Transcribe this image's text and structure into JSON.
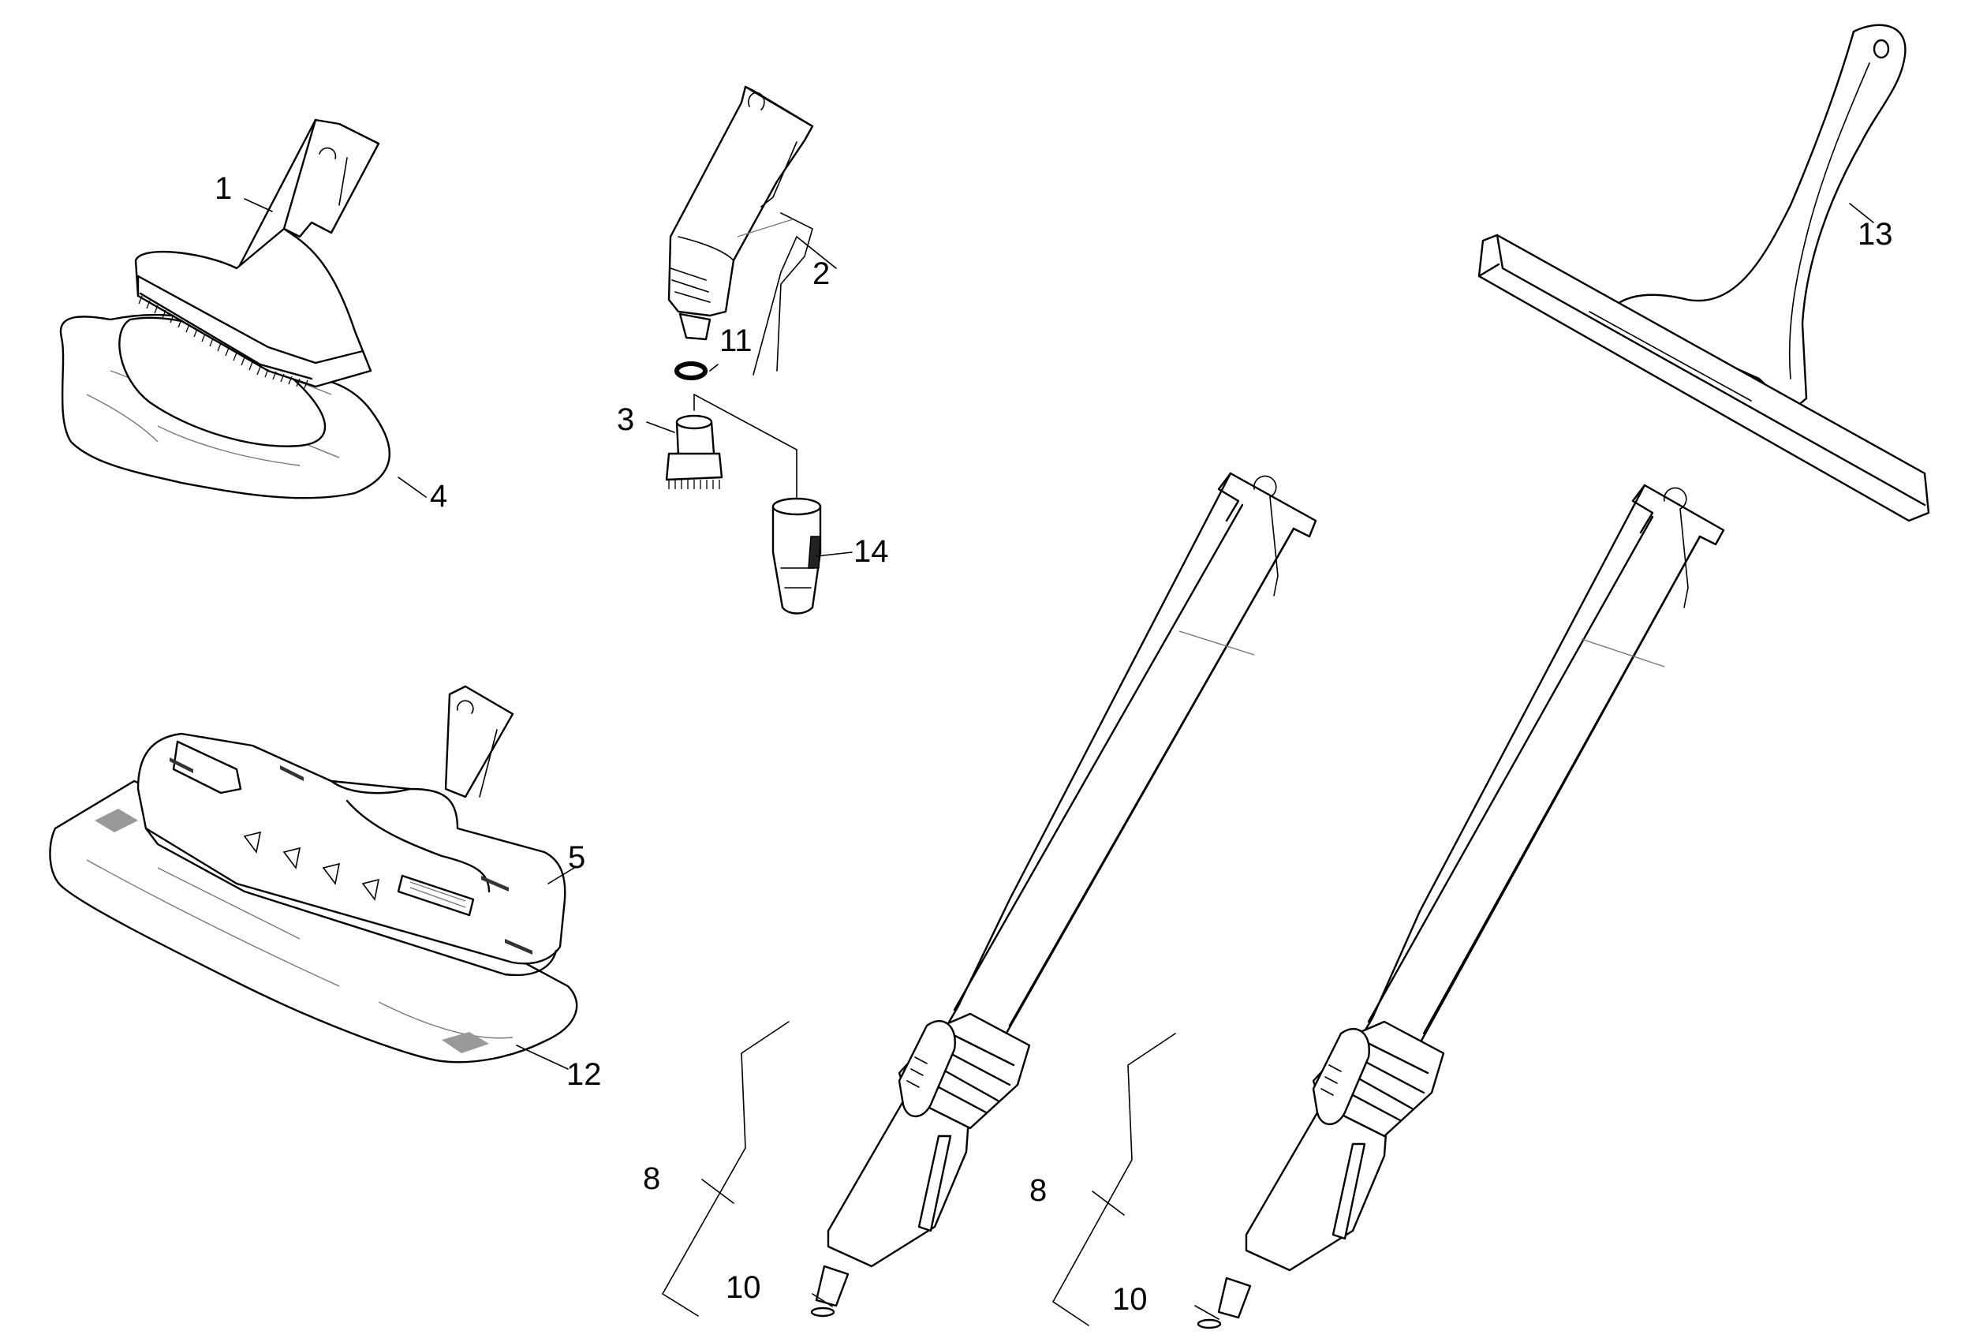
{
  "callouts": [
    {
      "id": "1",
      "text": "1"
    },
    {
      "id": "2",
      "text": "2"
    },
    {
      "id": "3",
      "text": "3"
    },
    {
      "id": "4",
      "text": "4"
    },
    {
      "id": "5",
      "text": "5"
    },
    {
      "id": "8a",
      "text": "8"
    },
    {
      "id": "8b",
      "text": "8"
    },
    {
      "id": "10a",
      "text": "10"
    },
    {
      "id": "10b",
      "text": "10"
    },
    {
      "id": "11",
      "text": "11"
    },
    {
      "id": "12",
      "text": "12"
    },
    {
      "id": "13",
      "text": "13"
    },
    {
      "id": "14",
      "text": "14"
    }
  ],
  "parts": {
    "hand_brush": "hand-nozzle-brush",
    "spot_nozzle": "detail-nozzle",
    "round_brush": "round-brush",
    "cloth_cover": "terry-cloth-cover",
    "floor_nozzle": "floor-nozzle",
    "extension_tube": "extension-tube",
    "o_ring": "o-ring",
    "floor_cloth": "floor-cloth",
    "window_nozzle": "window-nozzle",
    "power_nozzle": "power-nozzle"
  },
  "colors": {
    "line": "#000000",
    "background": "#ffffff",
    "shading": "#777777"
  }
}
